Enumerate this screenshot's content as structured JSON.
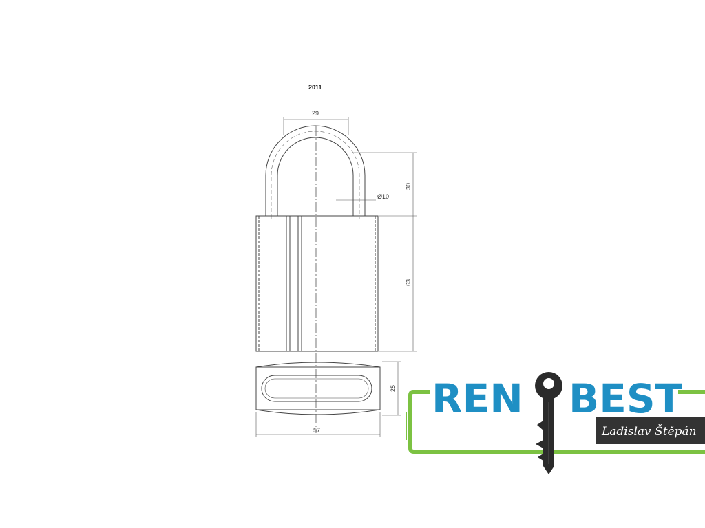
{
  "drawing": {
    "model": "2011",
    "dimensions": {
      "shackle_width": "29",
      "shackle_diameter": "Ø10",
      "shackle_height": "30",
      "body_height": "63",
      "body_depth": "25",
      "body_width": "57"
    }
  },
  "logo": {
    "brand_left": "REN",
    "brand_right": "BEST",
    "owner": "Ladislav Štěpán",
    "colors": {
      "brand_blue": "#1f8fc4",
      "frame_green": "#7cc242",
      "key_dark": "#2b2b2b",
      "owner_bg": "#333333"
    }
  }
}
